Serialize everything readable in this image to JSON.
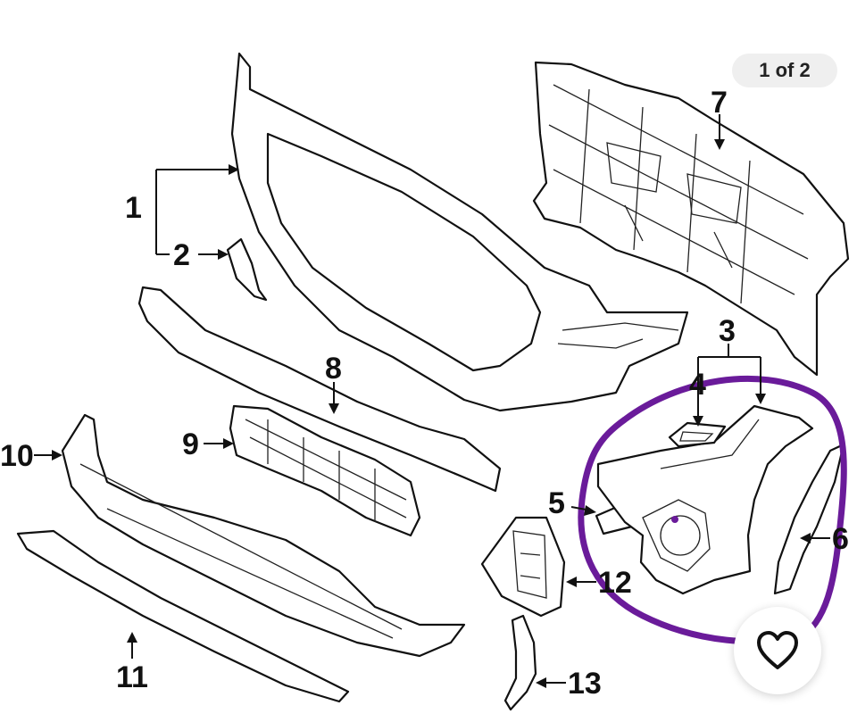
{
  "gallery": {
    "page_indicator": "1 of 2",
    "favorite_icon": "heart-icon"
  },
  "diagram": {
    "highlight_color": "#6a1b9a",
    "callouts": [
      {
        "id": "1",
        "label": "1"
      },
      {
        "id": "2",
        "label": "2"
      },
      {
        "id": "3",
        "label": "3"
      },
      {
        "id": "4",
        "label": "4"
      },
      {
        "id": "5",
        "label": "5"
      },
      {
        "id": "6",
        "label": "6"
      },
      {
        "id": "7",
        "label": "7"
      },
      {
        "id": "8",
        "label": "8"
      },
      {
        "id": "9",
        "label": "9"
      },
      {
        "id": "10",
        "label": "10"
      },
      {
        "id": "11",
        "label": "11"
      },
      {
        "id": "12",
        "label": "12"
      },
      {
        "id": "13",
        "label": "13"
      }
    ]
  }
}
